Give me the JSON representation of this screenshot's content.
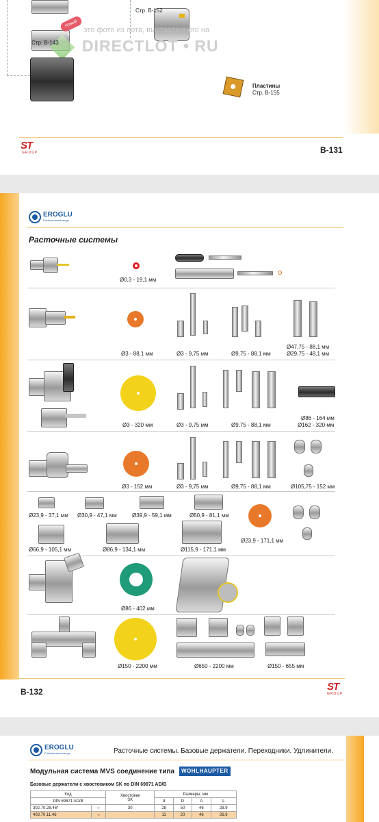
{
  "top_page": {
    "ref_b152": "Стр. B-152",
    "ref_b143": "Стр. B-143",
    "badge": "Новый продукт",
    "plates_title": "Пластины",
    "plates_ref": "Стр. B-155",
    "page_number": "B-131",
    "watermark_line": "это фото из лота, выставленного на",
    "watermark_site": "DIRECTLOT • RU"
  },
  "brand": {
    "st_logo": "ST",
    "st_sub": "GROUP",
    "eroglu_name": "EROGLU",
    "eroglu_tagline": "Präzisionswerkzeuge"
  },
  "mid_page": {
    "section_title": "Расточные системы",
    "page_number": "B-132",
    "row1": {
      "range": "Ø0,3 - 19,1 мм"
    },
    "row2": {
      "range1": "Ø3 - 88,1 мм",
      "range2": "Ø3 - 9,75 мм",
      "range3": "Ø9,75 - 88,1 мм",
      "range4a": "Ø47,75 - 88,1 мм",
      "range4b": "Ø29,75 - 48,1 мм"
    },
    "row3": {
      "range1": "Ø3 - 320 мм",
      "range2": "Ø3 - 9,75 мм",
      "range3": "Ø9,75 - 88,1 мм",
      "range4a": "Ø86 - 164 мм",
      "range4b": "Ø162 - 320 мм"
    },
    "row4": {
      "range1": "Ø3 - 152 мм",
      "range2": "Ø3 - 9,75 мм",
      "range3": "Ø9,75 - 88,1 мм",
      "range4": "Ø105,75 - 152 мм"
    },
    "row5": {
      "h1": "Ø23,9 - 37,1 мм",
      "h2": "Ø30,9 - 47,1 мм",
      "h3": "Ø39,9 - 59,1 мм",
      "h4": "Ø50,9 - 81,1 мм",
      "h5": "Ø66,9 - 105,1 мм",
      "h6": "Ø86,9 - 134,1 мм",
      "h7": "Ø115,9 - 171,1 мм",
      "disc": "Ø23,9 - 171,1 мм"
    },
    "row6": {
      "range": "Ø86 - 402 мм"
    },
    "row7": {
      "range1": "Ø150 - 2200 мм",
      "range2": "Ø650 - 2200 мм",
      "range3": "Ø150 - 655 мм"
    }
  },
  "bottom_page": {
    "header_text": "Расточные системы. Базовые держатели. Переходники. Удлинители.",
    "title": "Модульная система MVS соединение типа",
    "wohlhaupter": "WOHLHAUPTER",
    "subtitle": "Базовые держатели с хвостовиком SK по DIN 69871 AD/B",
    "table": {
      "h_code": "Код",
      "h_code_sub": "DIN 69871 AD/B",
      "h_shank": "Хвостовик",
      "h_shank_sub": "SK",
      "h_dims": "Размеры, мм",
      "h_d": "d",
      "h_D": "D",
      "h_A": "A",
      "h_L": "L",
      "rows": [
        {
          "code": "302.70.28.46*",
          "mark": "○",
          "sk": "30",
          "d": "28",
          "D": "50",
          "A": "46",
          "L": "28.9"
        },
        {
          "code": "403.70.11.46",
          "mark": "○",
          "sk": "",
          "d": "11",
          "D": "20",
          "A": "46",
          "L": "26.9"
        }
      ]
    }
  },
  "colors": {
    "accent_orange": "#f7a823",
    "eroglu_blue": "#1c5aa3",
    "st_red": "#cc1f1f",
    "disc_red": "#e01b24",
    "disc_orange": "#e8792a",
    "disc_yellow": "#f3d21c",
    "disc_green": "#1f9b7a"
  }
}
